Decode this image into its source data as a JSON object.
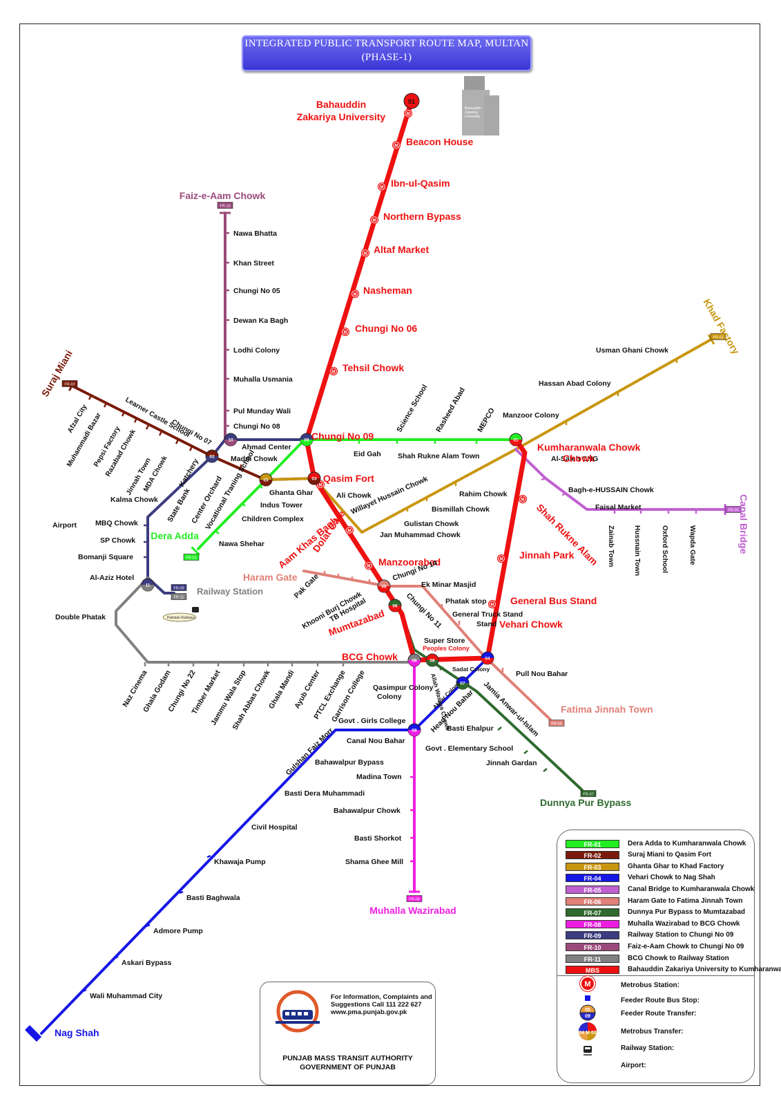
{
  "title": {
    "line1": "INTEGRATED PUBLIC TRANSPORT ROUTE MAP, MULTAN",
    "line2": "(PHASE-1)"
  },
  "colors": {
    "mbs": "#ee1111",
    "fr01": "#22ee22",
    "fr02": "#7a1a0a",
    "fr03": "#c8960e",
    "fr04": "#1616e6",
    "fr05": "#c060d0",
    "fr06": "#e08078",
    "fr07": "#2f6a2f",
    "fr08": "#ee1ee0",
    "fr09": "#3c3c80",
    "fr10": "#9a4a7a",
    "fr11": "#808080"
  },
  "building": {
    "label": "Bahauddin Zakariya University"
  },
  "metrobus": {
    "code": "01",
    "stations": [
      "Bahauddin Zakariya University",
      "Beacon House",
      "Ibn-ul-Qasim",
      "Northern Bypass",
      "Altaf Market",
      "Nasheman",
      "Chungi No 06",
      "Tehsil Chowk",
      "Chungi No 09",
      "Qasim Fort",
      "Dolat Gate",
      "Aam Khas Bagh",
      "Manzoorabad",
      "Chungi No 14",
      "Mumtazabad",
      "Chungi No 11",
      "BCG Chowk",
      "Super Store",
      "Peoples Colony",
      "Vehari Chowk",
      "General Bus Stand",
      "Jinnah Park",
      "Shah Rukne Alam",
      "Kumharanwala Chowk"
    ]
  },
  "routes": [
    {
      "code": "FR-01",
      "name": "Dera Adda to Kumharanwala Chowk",
      "terminal": "Dera Adda",
      "stops": [
        "Nawa Shehar",
        "Children Complex",
        "Indus Tower",
        "Ghanta Ghar",
        "Eid Gah",
        "Science School",
        "Shah Rukne Alam Town",
        "Rasheed Abad",
        "MEPCO"
      ]
    },
    {
      "code": "FR-02",
      "name": "Suraj Miani to Qasim Fort",
      "terminal": "Suraj Miani",
      "stops": [
        "Afzal City",
        "Muhammadi Bazar",
        "Learner Castle School",
        "Pepsi Factory",
        "Razabad Chowk",
        "Jinnah Town",
        "MDA Chowk",
        "Chungi No 07",
        "Madni Chowk"
      ]
    },
    {
      "code": "FR-03",
      "name": "Ghanta Ghar to Khad Factory",
      "terminal": "Khad Factory",
      "stops": [
        "Ali Chowk",
        "Willayet Hussain Chowk",
        "Gulistan Chowk",
        "Jan Muhammad Chowk",
        "Bismillah Chowk",
        "Rahim Chowk",
        "Manzoor Colony",
        "Hassan Abad Colony",
        "Usman Ghani Chowk"
      ]
    },
    {
      "code": "FR-04",
      "name": "Vehari Chowk to Nag Shah",
      "terminal": "Nag Shah",
      "stops": [
        "Akbar Colony",
        "Head Nou Bahar",
        "Canal Nou Bahar",
        "Gulshan Faiz Morr",
        "Bahawalpur Bypass",
        "Basti Dera Muhammadi",
        "Civil Hospital",
        "Khawaja Pump",
        "Basti Baghwala",
        "Admore Pump",
        "Askari Bypass",
        "Wali Muhammad City"
      ]
    },
    {
      "code": "FR-05",
      "name": "Canal Bridge to Kumharanwala Chowk",
      "terminal": "Canal Bridge",
      "stops": [
        "Al-Saleh CNG",
        "Bagh-e-HUSSAIN Chowk",
        "Faisal Market",
        "Zainab Town",
        "Hussnain Town",
        "Oxford School",
        "Wapda Gate"
      ]
    },
    {
      "code": "FR-06",
      "name": "Haram Gate to Fatima Jinnah Town",
      "terminal": "Fatima Jinnah Town",
      "stops": [
        "Haram Gate",
        "Pak Gate",
        "Khooni Burj Chowk",
        "TB Hospital",
        "Ek Minar Masjid",
        "Phatak stop",
        "General Truck Stand",
        "Pull Nou Bahar"
      ]
    },
    {
      "code": "FR-07",
      "name": "Dunnya Pur Bypass to Mumtazabad",
      "terminal": "Dunnya Pur Bypass",
      "stops": [
        "Allah Wasaya Chowk",
        "Sadat Colony",
        "Jamia Anwar-ul-Islam",
        "Basti Ehalpur",
        "Govt . Elementary School",
        "Jinnah Gardan"
      ]
    },
    {
      "code": "FR-08",
      "name": "Muhalla Wazirabad to BCG Chowk",
      "terminal": "Muhalla Wazirabad",
      "stops": [
        "Qasimpur Colony",
        "Govt . Girls College",
        "Madina Town",
        "Bahawalpur Chowk",
        "Basti Shorkot",
        "Shama Ghee Mill"
      ]
    },
    {
      "code": "FR-09",
      "name": "Railway Station to Chungi No 09",
      "terminal": "Railway Station",
      "stops": [
        "Al-Aziz Hotel",
        "Bomanji Square",
        "SP Chowk",
        "MBQ Chowk",
        "Kalma Chowk",
        "State Bank",
        "Katchery",
        "Ahmad Center",
        "Airport"
      ]
    },
    {
      "code": "FR-10",
      "name": "Faiz-e-Aam Chowk to Chungi No 09",
      "terminal": "Faiz-e-Aam Chowk",
      "stops": [
        "Nawa Bhatta",
        "Khan Street",
        "Chungi No 05",
        "Dewan Ka Bagh",
        "Lodhi Colony",
        "Muhalla Usmania",
        "Pul Munday Wali",
        "Chungi No 08",
        "Center Orchard",
        "Vocational Traning School"
      ]
    },
    {
      "code": "FR-11",
      "name": "BCG Chowk to Railway Station",
      "terminal": "Railway Station",
      "stops": [
        "Double Phatak",
        "Naz Cinema",
        "Ghala Godam",
        "Chungi No 22",
        "Timber Market",
        "Jammu Wala Stop",
        "Shah Abbas Chowk",
        "Ghala Mandi",
        "Ayub Center",
        "PTCL Exchange",
        "Garrison College"
      ]
    }
  ],
  "legend": {
    "items": [
      {
        "code": "FR-01",
        "text": "Dera Adda to Kumharanwala Chowk",
        "color": "#22ee22"
      },
      {
        "code": "FR-02",
        "text": "Suraj Miani to Qasim Fort",
        "color": "#7a1a0a"
      },
      {
        "code": "FR-03",
        "text": "Ghanta Ghar to Khad Factory",
        "color": "#c8960e"
      },
      {
        "code": "FR-04",
        "text": "Vehari Chowk to Nag Shah",
        "color": "#1616e6"
      },
      {
        "code": "FR-05",
        "text": "Canal Bridge to Kumharanwala Chowk",
        "color": "#c060d0"
      },
      {
        "code": "FR-06",
        "text": "Haram Gate to Fatima Jinnah Town",
        "color": "#e08078"
      },
      {
        "code": "FR-07",
        "text": "Dunnya Pur Bypass to Mumtazabad",
        "color": "#2f6a2f"
      },
      {
        "code": "FR-08",
        "text": "Muhalla Wazirabad to BCG Chowk",
        "color": "#ee1ee0"
      },
      {
        "code": "FR-09",
        "text": "Railway Station to Chungi No 09",
        "color": "#3c3c80"
      },
      {
        "code": "FR-10",
        "text": "Faiz-e-Aam Chowk to Chungi No 09",
        "color": "#9a4a7a"
      },
      {
        "code": "FR-11",
        "text": "BCG Chowk to Railway Station",
        "color": "#808080"
      },
      {
        "code": "MBS",
        "text": "Bahauddin Zakariya University to Kumharanwala Chowk",
        "color": "#ee1111"
      }
    ],
    "symbols": [
      {
        "icon": "metrobus-station-icon",
        "text": "Metrobus Station:"
      },
      {
        "icon": "feeder-stop-icon",
        "text": "Feeder Route Bus Stop:"
      },
      {
        "icon": "feeder-transfer-icon",
        "text": "Feeder Route Transfer:"
      },
      {
        "icon": "metrobus-transfer-icon",
        "text": "Metrobus Transfer:"
      },
      {
        "icon": "railway-station-icon",
        "text": "Railway Station:"
      },
      {
        "icon": "airport-icon",
        "text": "Airport:"
      }
    ],
    "symbol_codes": {
      "transfer_top": "05",
      "transfer_bottom": "09",
      "metro_transfer_codes": "04 M 03"
    }
  },
  "authority": {
    "info_line1": "For Information, Complaints and",
    "info_line2": "Suggestions Call 111 222 627",
    "website": "www.pma.punjab.gov.pk",
    "name_line1": "PUNJAB MASS TRANSIT AUTHORITY",
    "name_line2": "GOVERNMENT OF PUNJAB"
  },
  "railway_logo_text": "Pakistan Railways",
  "node_codes": {
    "chungi09": "09",
    "qasim_fort": "03",
    "kumharanwala": "01",
    "chungi07": "02",
    "ghanta_ghar": "03",
    "mumtazabad": "06",
    "bcg": "08",
    "chungi14": "06",
    "vehari": "04",
    "head_nou_bahar": "07",
    "canal_nou_bahar": "08",
    "al_aziz": "11",
    "ahmad_center": "10"
  }
}
